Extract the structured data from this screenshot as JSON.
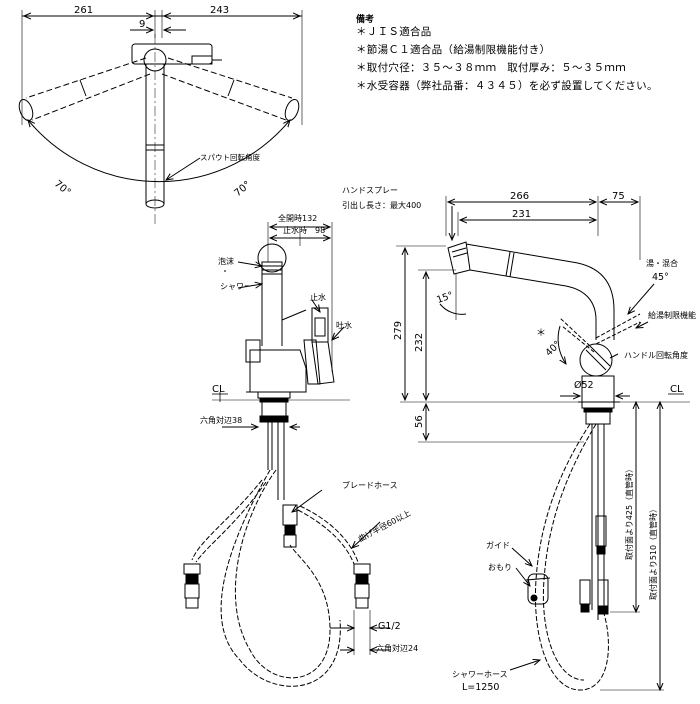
{
  "notes": {
    "heading": "備考",
    "items": [
      "＊ＪＩＳ適合品",
      "＊節湯Ｃ１適合品（給湯制限機能付き）",
      "＊取付穴径：３５～３８ｍｍ　取付厚み：５～３５ｍｍ",
      "＊水受容器（弊社品番：４３４５）を必ず設置してください。"
    ]
  },
  "top_view": {
    "dim_left": "261",
    "dim_mid": "9",
    "dim_right": "243",
    "angle_left": "70°",
    "angle_right": "70°",
    "rotation_label": "スパウト回転角度"
  },
  "front_view": {
    "full_open": "全開時132",
    "water_stop": "止水時　98",
    "foam": "泡沫",
    "shower": "シャワー",
    "stop": "止水",
    "spout": "吐水",
    "cl": "CL",
    "hex_38": "六角対辺38",
    "braided_hose": "ブレードホース",
    "bend_radius": "曲げ半径60以上",
    "thread": "G1/2",
    "hex_24": "六角対辺24"
  },
  "side_view": {
    "hand_spray": "ハンドスプレー",
    "pull_length": "引出し長さ：最大400",
    "dim_266": "266",
    "dim_75": "75",
    "dim_231": "231",
    "hot_mix": "湯・混合",
    "angle_45": "45°",
    "hot_limit": "給湯制限機能",
    "angle_15": "15°",
    "angle_40": "40°",
    "star": "＊",
    "handle_rotation": "ハンドル回転角度",
    "dim_279": "279",
    "dim_232": "232",
    "dim_52": "Ø52",
    "cl": "CL",
    "dim_56": "56",
    "from_base_425": "取付面より425（直管時）",
    "from_base_510": "取付面より510（直管時）",
    "guide": "ガイド",
    "weight": "おもり",
    "shower_hose": "シャワーホース",
    "hose_length": "L=1250"
  }
}
